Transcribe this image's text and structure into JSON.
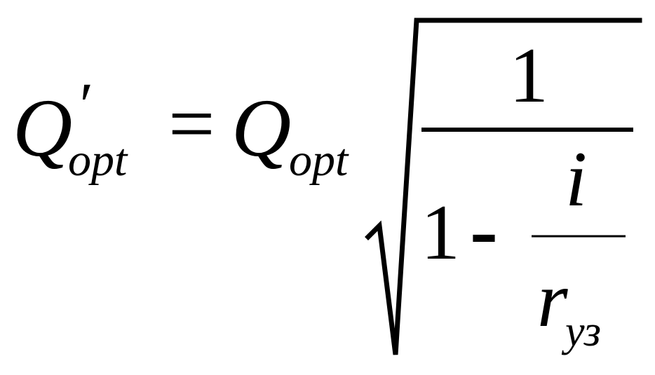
{
  "formula": {
    "lhs": {
      "symbol": "Q",
      "prime": "′",
      "subscript": "opt"
    },
    "equals": "=",
    "rhs": {
      "symbol": "Q",
      "subscript": "opt",
      "radicand": {
        "numerator": "1",
        "denominator": {
          "one": "1",
          "minus": "-",
          "inner_numerator": "i",
          "inner_denominator": {
            "symbol": "r",
            "subscript": "уз"
          }
        }
      }
    }
  }
}
